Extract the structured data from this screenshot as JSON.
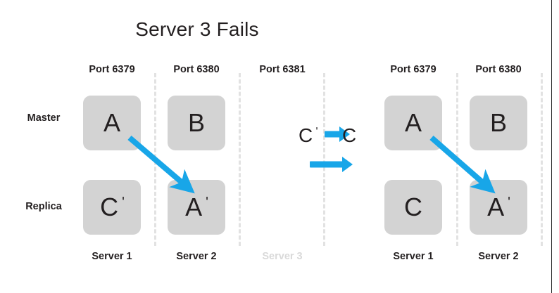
{
  "diagram": {
    "title": "Server 3 Fails",
    "accent_color": "#18a6e8",
    "node_fill": "#d3d3d3",
    "text_color": "#231f20",
    "dim_color": "#d9d9d9",
    "row_labels": {
      "master": "Master",
      "replica": "Replica"
    },
    "before": {
      "columns": [
        {
          "port": "Port 6379",
          "server": "Server 1",
          "server_failed": false,
          "master": "A",
          "master_prime": false,
          "replica": "C",
          "replica_prime": true
        },
        {
          "port": "Port 6380",
          "server": "Server 2",
          "server_failed": false,
          "master": "B",
          "master_prime": false,
          "replica": "A",
          "replica_prime": true
        },
        {
          "port": "Port 6381",
          "server": "Server 3",
          "server_failed": true,
          "master": "",
          "master_prime": false,
          "replica": "",
          "replica_prime": false
        }
      ]
    },
    "after": {
      "columns": [
        {
          "port": "Port 6379",
          "server": "Server 1",
          "server_failed": false,
          "master": "A",
          "master_prime": false,
          "replica": "C",
          "replica_prime": false
        },
        {
          "port": "Port 6380",
          "server": "Server 2",
          "server_failed": false,
          "master": "B",
          "master_prime": false,
          "replica": "A",
          "replica_prime": true
        }
      ]
    },
    "legend": {
      "from_label": "C",
      "from_prime": true,
      "to_label": "C",
      "to_prime": false,
      "arrow_name": "promotion-arrow"
    }
  }
}
